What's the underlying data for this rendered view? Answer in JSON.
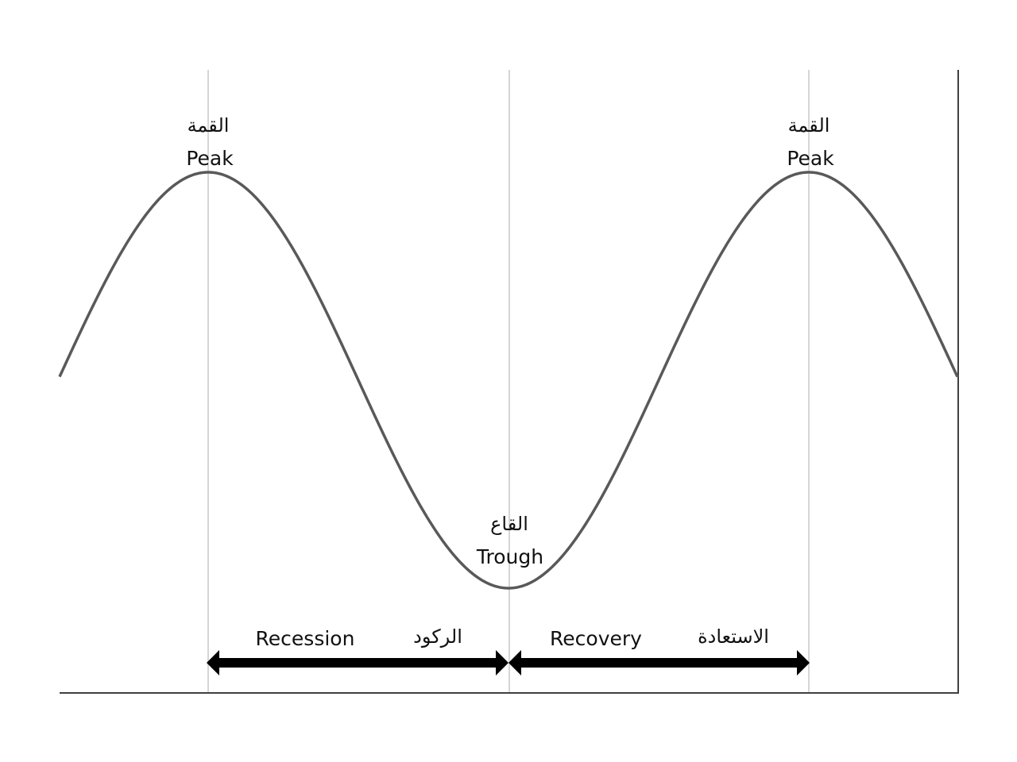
{
  "diagram": {
    "peak_left": {
      "arabic": "القمة",
      "english": "Peak"
    },
    "trough": {
      "arabic": "القاع",
      "english": "Trough"
    },
    "peak_right": {
      "arabic": "القمة",
      "english": "Peak"
    },
    "phases": {
      "recession": {
        "english": "Recession",
        "arabic": "الركود"
      },
      "recovery": {
        "english": "Recovery",
        "arabic": "الاستعادة"
      }
    }
  },
  "colors": {
    "curve": "#595959",
    "guide_lines": "#c8c8c8",
    "axes": "#404040",
    "arrows": "#000000",
    "text": "#111111"
  }
}
